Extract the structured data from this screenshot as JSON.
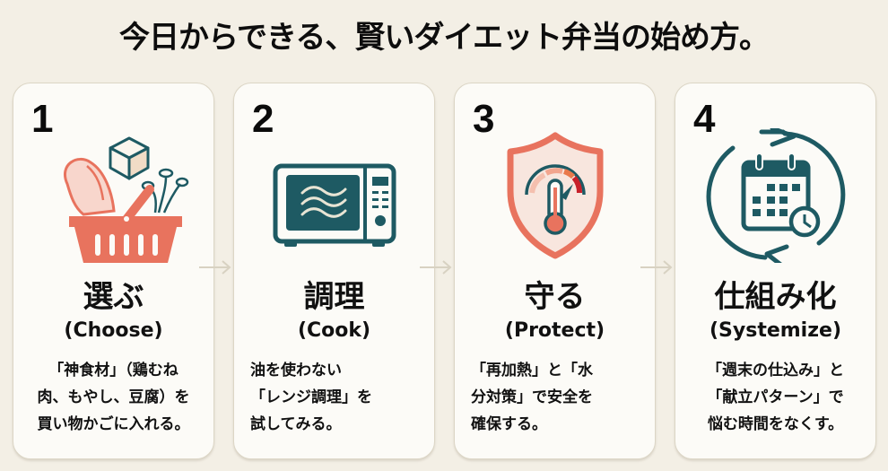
{
  "title": "今日からできる、賢いダイエット弁当の始め方。",
  "colors": {
    "background": "#f3efe5",
    "card": "#fcfbf7",
    "coral": "#e8735e",
    "teal": "#1e5a63",
    "arrow": "#d8d2c2"
  },
  "steps": [
    {
      "number": "1",
      "icon": "shopping-basket-icon",
      "title": "選ぶ",
      "subtitle": "(Choose)",
      "description": "「神食材」（鶏むね\n肉、もやし、豆腐）を\n買い物かごに入れる。"
    },
    {
      "number": "2",
      "icon": "microwave-icon",
      "title": "調理",
      "subtitle": "(Cook)",
      "description": "油を使わない\n「レンジ調理」を\n試してみる。"
    },
    {
      "number": "3",
      "icon": "shield-thermometer-icon",
      "title": "守る",
      "subtitle": "(Protect)",
      "description": "「再加熱」と「水\n分対策」で安全を\n確保する。"
    },
    {
      "number": "4",
      "icon": "calendar-cycle-icon",
      "title": "仕組み化",
      "subtitle": "(Systemize)",
      "description": "「週末の仕込み」と\n「献立パターン」で\n悩む時間をなくす。"
    }
  ]
}
